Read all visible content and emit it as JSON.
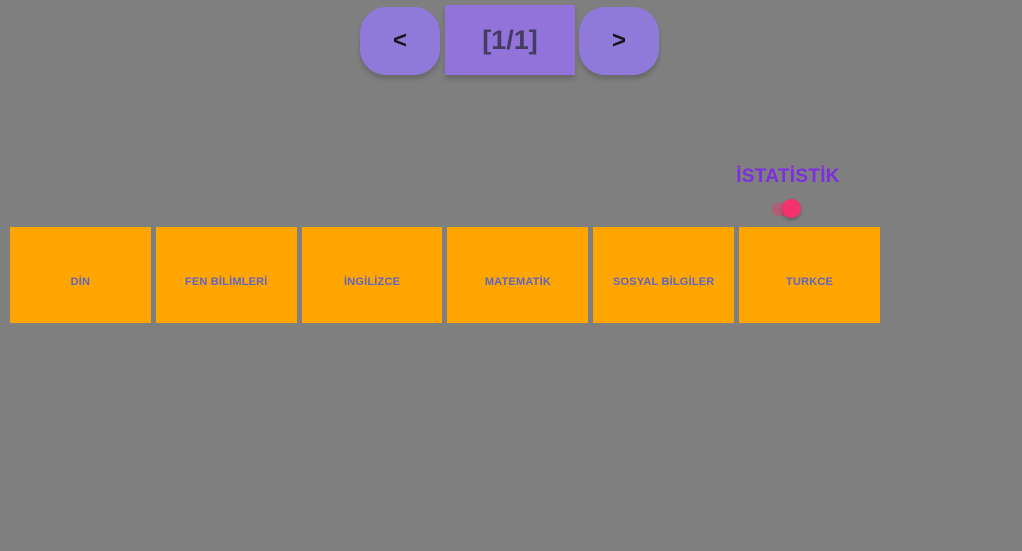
{
  "colors": {
    "bg": "#7F7F7F",
    "btn-purple": "#8F7ADA",
    "box-purple": "#9173D9",
    "nav-glyph": "#161616",
    "indicator-text": "#453C63",
    "title-purple": "#7D2EE0",
    "card-orange": "#FFA500",
    "card-label": "#5F65C3",
    "toggle-thumb": "#F4326E",
    "toggle-track": "rgba(244,50,110,0.45)"
  },
  "pagination": {
    "prev_label": "<",
    "page_indicator": "[1/1]",
    "next_label": ">"
  },
  "statistics": {
    "label": "İSTATİSTİK",
    "toggle_state": "on"
  },
  "categories": {
    "items": [
      {
        "label": "DİN"
      },
      {
        "label": "FEN BİLİMLERİ"
      },
      {
        "label": "İNGİLİZCE"
      },
      {
        "label": "MATEMATİK"
      },
      {
        "label": "SOSYAL BİLGİLER"
      },
      {
        "label": "TURKCE"
      }
    ]
  }
}
